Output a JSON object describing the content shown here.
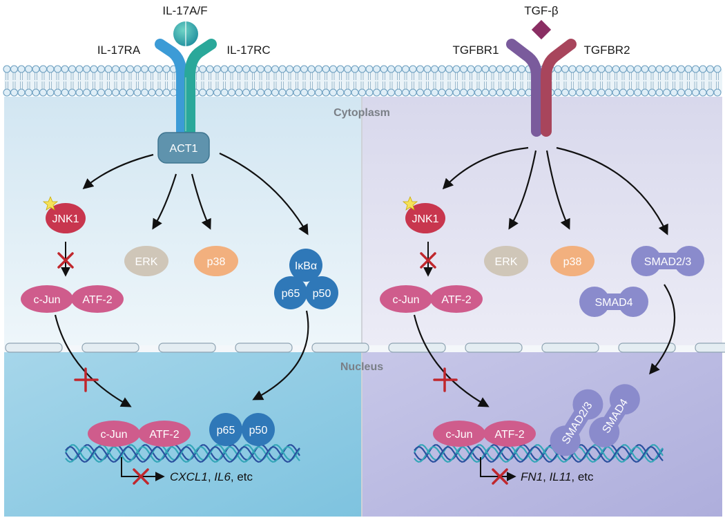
{
  "left_pathway": {
    "ligand": "IL-17A/F",
    "receptor_left": "IL-17RA",
    "receptor_right": "IL-17RC",
    "adaptor": "ACT1",
    "kinases": [
      "JNK1",
      "ERK",
      "p38"
    ],
    "ikb": "IκBα",
    "nfkb": [
      "p65",
      "p50"
    ],
    "ap1": [
      "c-Jun",
      "ATF-2"
    ],
    "genes": {
      "g1": "CXCL1",
      "sep": ", ",
      "g2": "IL6",
      "suffix": ", etc"
    }
  },
  "right_pathway": {
    "ligand": "TGF-β",
    "receptor_left": "TGFBR1",
    "receptor_right": "TGFBR2",
    "kinases": [
      "JNK1",
      "ERK",
      "p38"
    ],
    "smad23": "SMAD2/3",
    "smad4": "SMAD4",
    "ap1": [
      "c-Jun",
      "ATF-2"
    ],
    "genes": {
      "g1": "FN1",
      "sep": ", ",
      "g2": "IL11",
      "suffix": ", etc"
    }
  },
  "compartments": {
    "cytoplasm": "Cytoplasm",
    "nucleus": "Nucleus"
  },
  "colors": {
    "jnk": "#c8364e",
    "ap1": "#cf5c8c",
    "erk": "#cfc6b8",
    "p38": "#f2b07e",
    "nfkb": "#2f78b8",
    "act1": "#5f93ad",
    "smad": "#8a8bcc",
    "inhibit": "#c0272d",
    "star": "#f5e25a"
  },
  "icons": {
    "activation": "yellow-star-icon",
    "inhibition": "red-x-icon"
  }
}
